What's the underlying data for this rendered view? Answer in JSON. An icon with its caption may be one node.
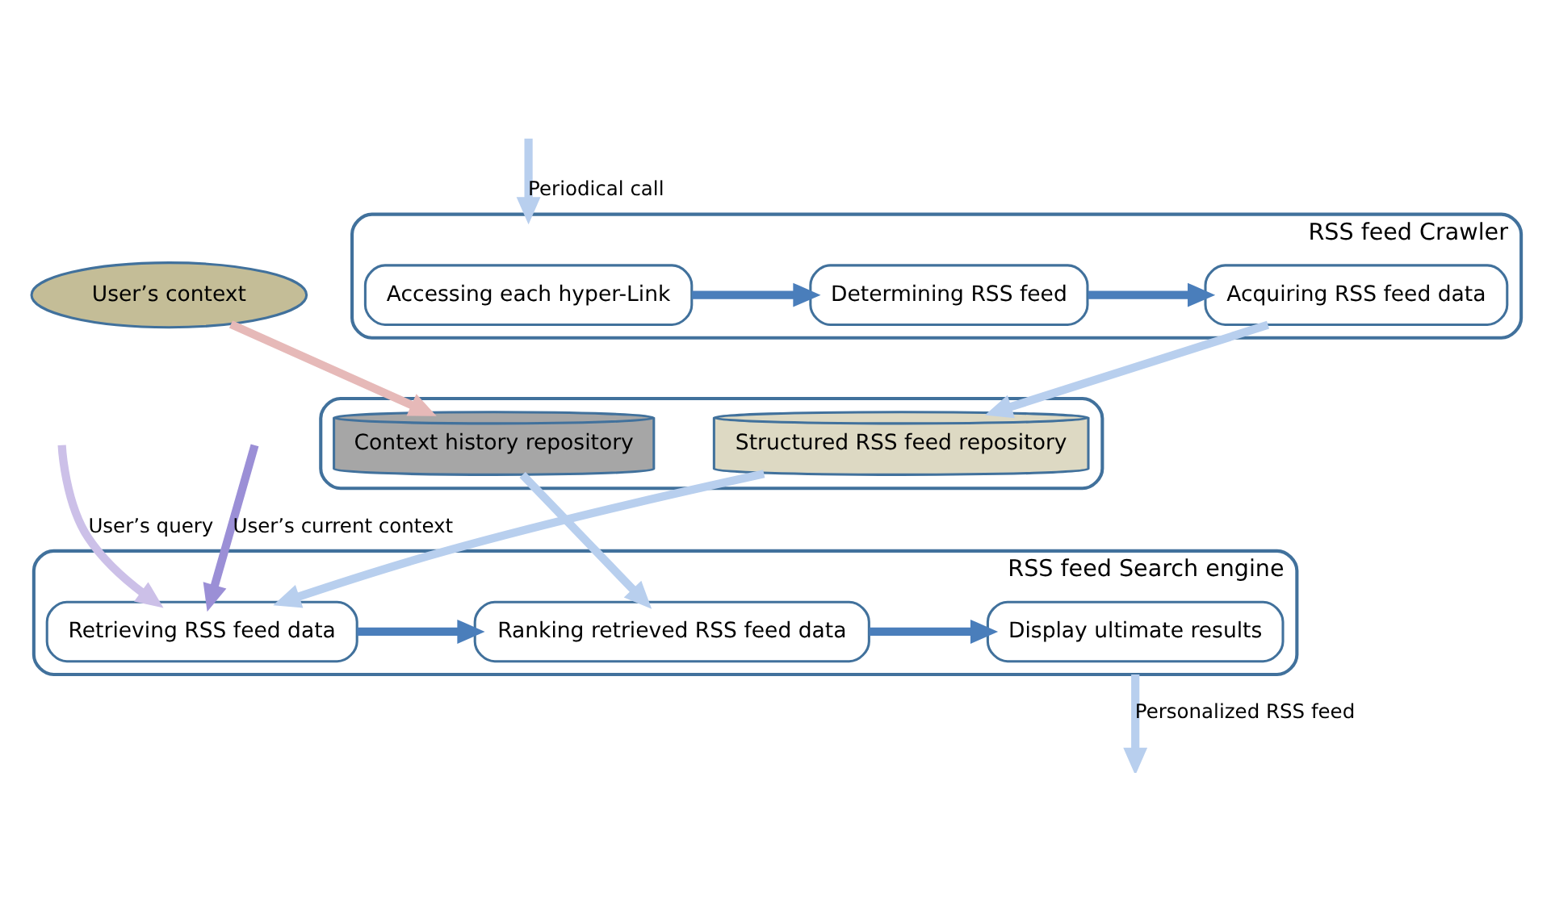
{
  "diagram": {
    "nodes": [
      {
        "text": [
          "RSS feed Crawler"
        ]
      },
      {
        "text": [
          "Accessing each hyper-Link"
        ],
        "in": 0
      },
      {
        "text": [
          "Determining RSS feed"
        ],
        "in": 0
      },
      {
        "text": [
          "Acquiring RSS feed data"
        ],
        "in": 0
      },
      {
        "text": [
          "User’s context"
        ]
      },
      {
        "text": [],
        "shape": "box"
      },
      {
        "text": [
          "Context history repository"
        ],
        "in": 5
      },
      {
        "text": [
          "Structured RSS feed repository"
        ],
        "in": 5
      },
      {
        "text": [
          "RSS feed Search engine"
        ]
      },
      {
        "text": [
          "Display ultimate results"
        ],
        "in": 8
      },
      {
        "text": [
          "Ranking retrieved RSS feed data"
        ],
        "in": 8
      },
      {
        "text": [
          "Retrieving RSS feed data"
        ],
        "in": 8
      }
    ],
    "edges": [
      {
        "from": null,
        "to": 0,
        "arrow": "to",
        "label": "Periodical call"
      },
      {
        "from": 1,
        "to": 2,
        "arrow": "to",
        "color": "#4a7ebb"
      },
      {
        "from": 2,
        "to": 3,
        "arrow": "to",
        "color": "#4a7ebb"
      },
      {
        "from": 3,
        "to": 7,
        "arrow": "to"
      },
      {
        "from": 4,
        "to": 6,
        "arrow": "to",
        "color": "#e6b9b8"
      },
      {
        "from": 6,
        "to": 10,
        "arrow": "to"
      },
      {
        "from": 7,
        "to": 11,
        "arrow": "to"
      },
      {
        "from": 11,
        "to": 10,
        "arrow": "to",
        "color": "#4a7ebb"
      },
      {
        "from": 10,
        "to": 9,
        "arrow": "to",
        "color": "#4a7ebb"
      },
      {
        "from": 8,
        "to": null,
        "arrow": "to",
        "label": "Personalized RSS feed"
      },
      {
        "from": null,
        "to": 11,
        "arrow": "to",
        "label": "User’s query",
        "color": "#ccc0e8"
      },
      {
        "from": null,
        "to": 11,
        "arrow": "to",
        "label": "User’s current context",
        "color": "#9b8fd6"
      }
    ]
  }
}
